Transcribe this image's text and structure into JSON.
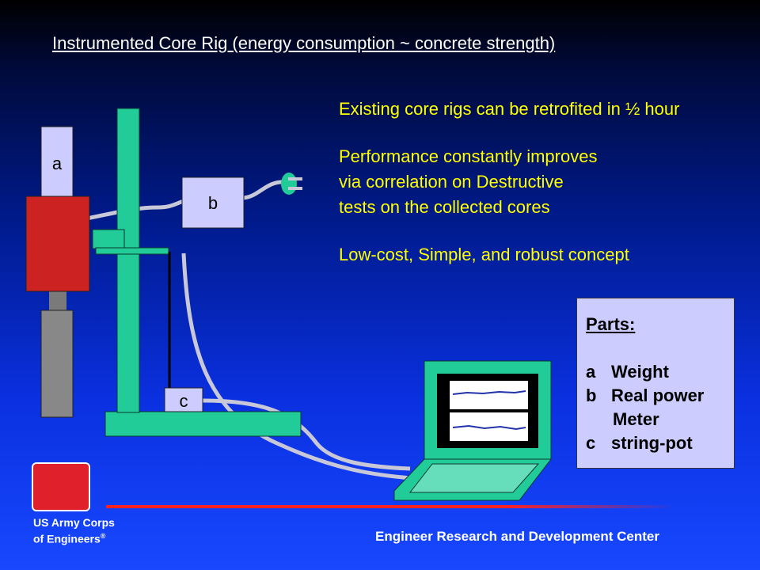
{
  "title": "Instrumented Core Rig (energy consumption ~ concrete strength)",
  "notes": {
    "line1": "Existing core rigs can be retrofited in ½ hour",
    "line2": "Performance constantly improves",
    "line3": "via correlation on Destructive",
    "line4": "tests on the collected cores",
    "line5": "Low-cost, Simple, and robust concept"
  },
  "parts": {
    "heading": "Parts:",
    "items": [
      {
        "key": "a",
        "label": "Weight"
      },
      {
        "key": "b",
        "label": "Real power"
      },
      {
        "key": "",
        "label": "Meter"
      },
      {
        "key": "c",
        "label": "string-pot"
      }
    ]
  },
  "diagram": {
    "label_a": "a",
    "label_b": "b",
    "label_c": "c"
  },
  "footer": {
    "org_line1": "US Army Corps",
    "org_line2": "of Engineers",
    "org_mark": "®",
    "center": "Engineer Research and Development Center"
  },
  "colors": {
    "rig_green": "#22cc99",
    "weight_lavender": "#ccccff",
    "motor_red": "#cc2222",
    "text_yellow": "#ffff00",
    "logo_red": "#e0202a"
  }
}
